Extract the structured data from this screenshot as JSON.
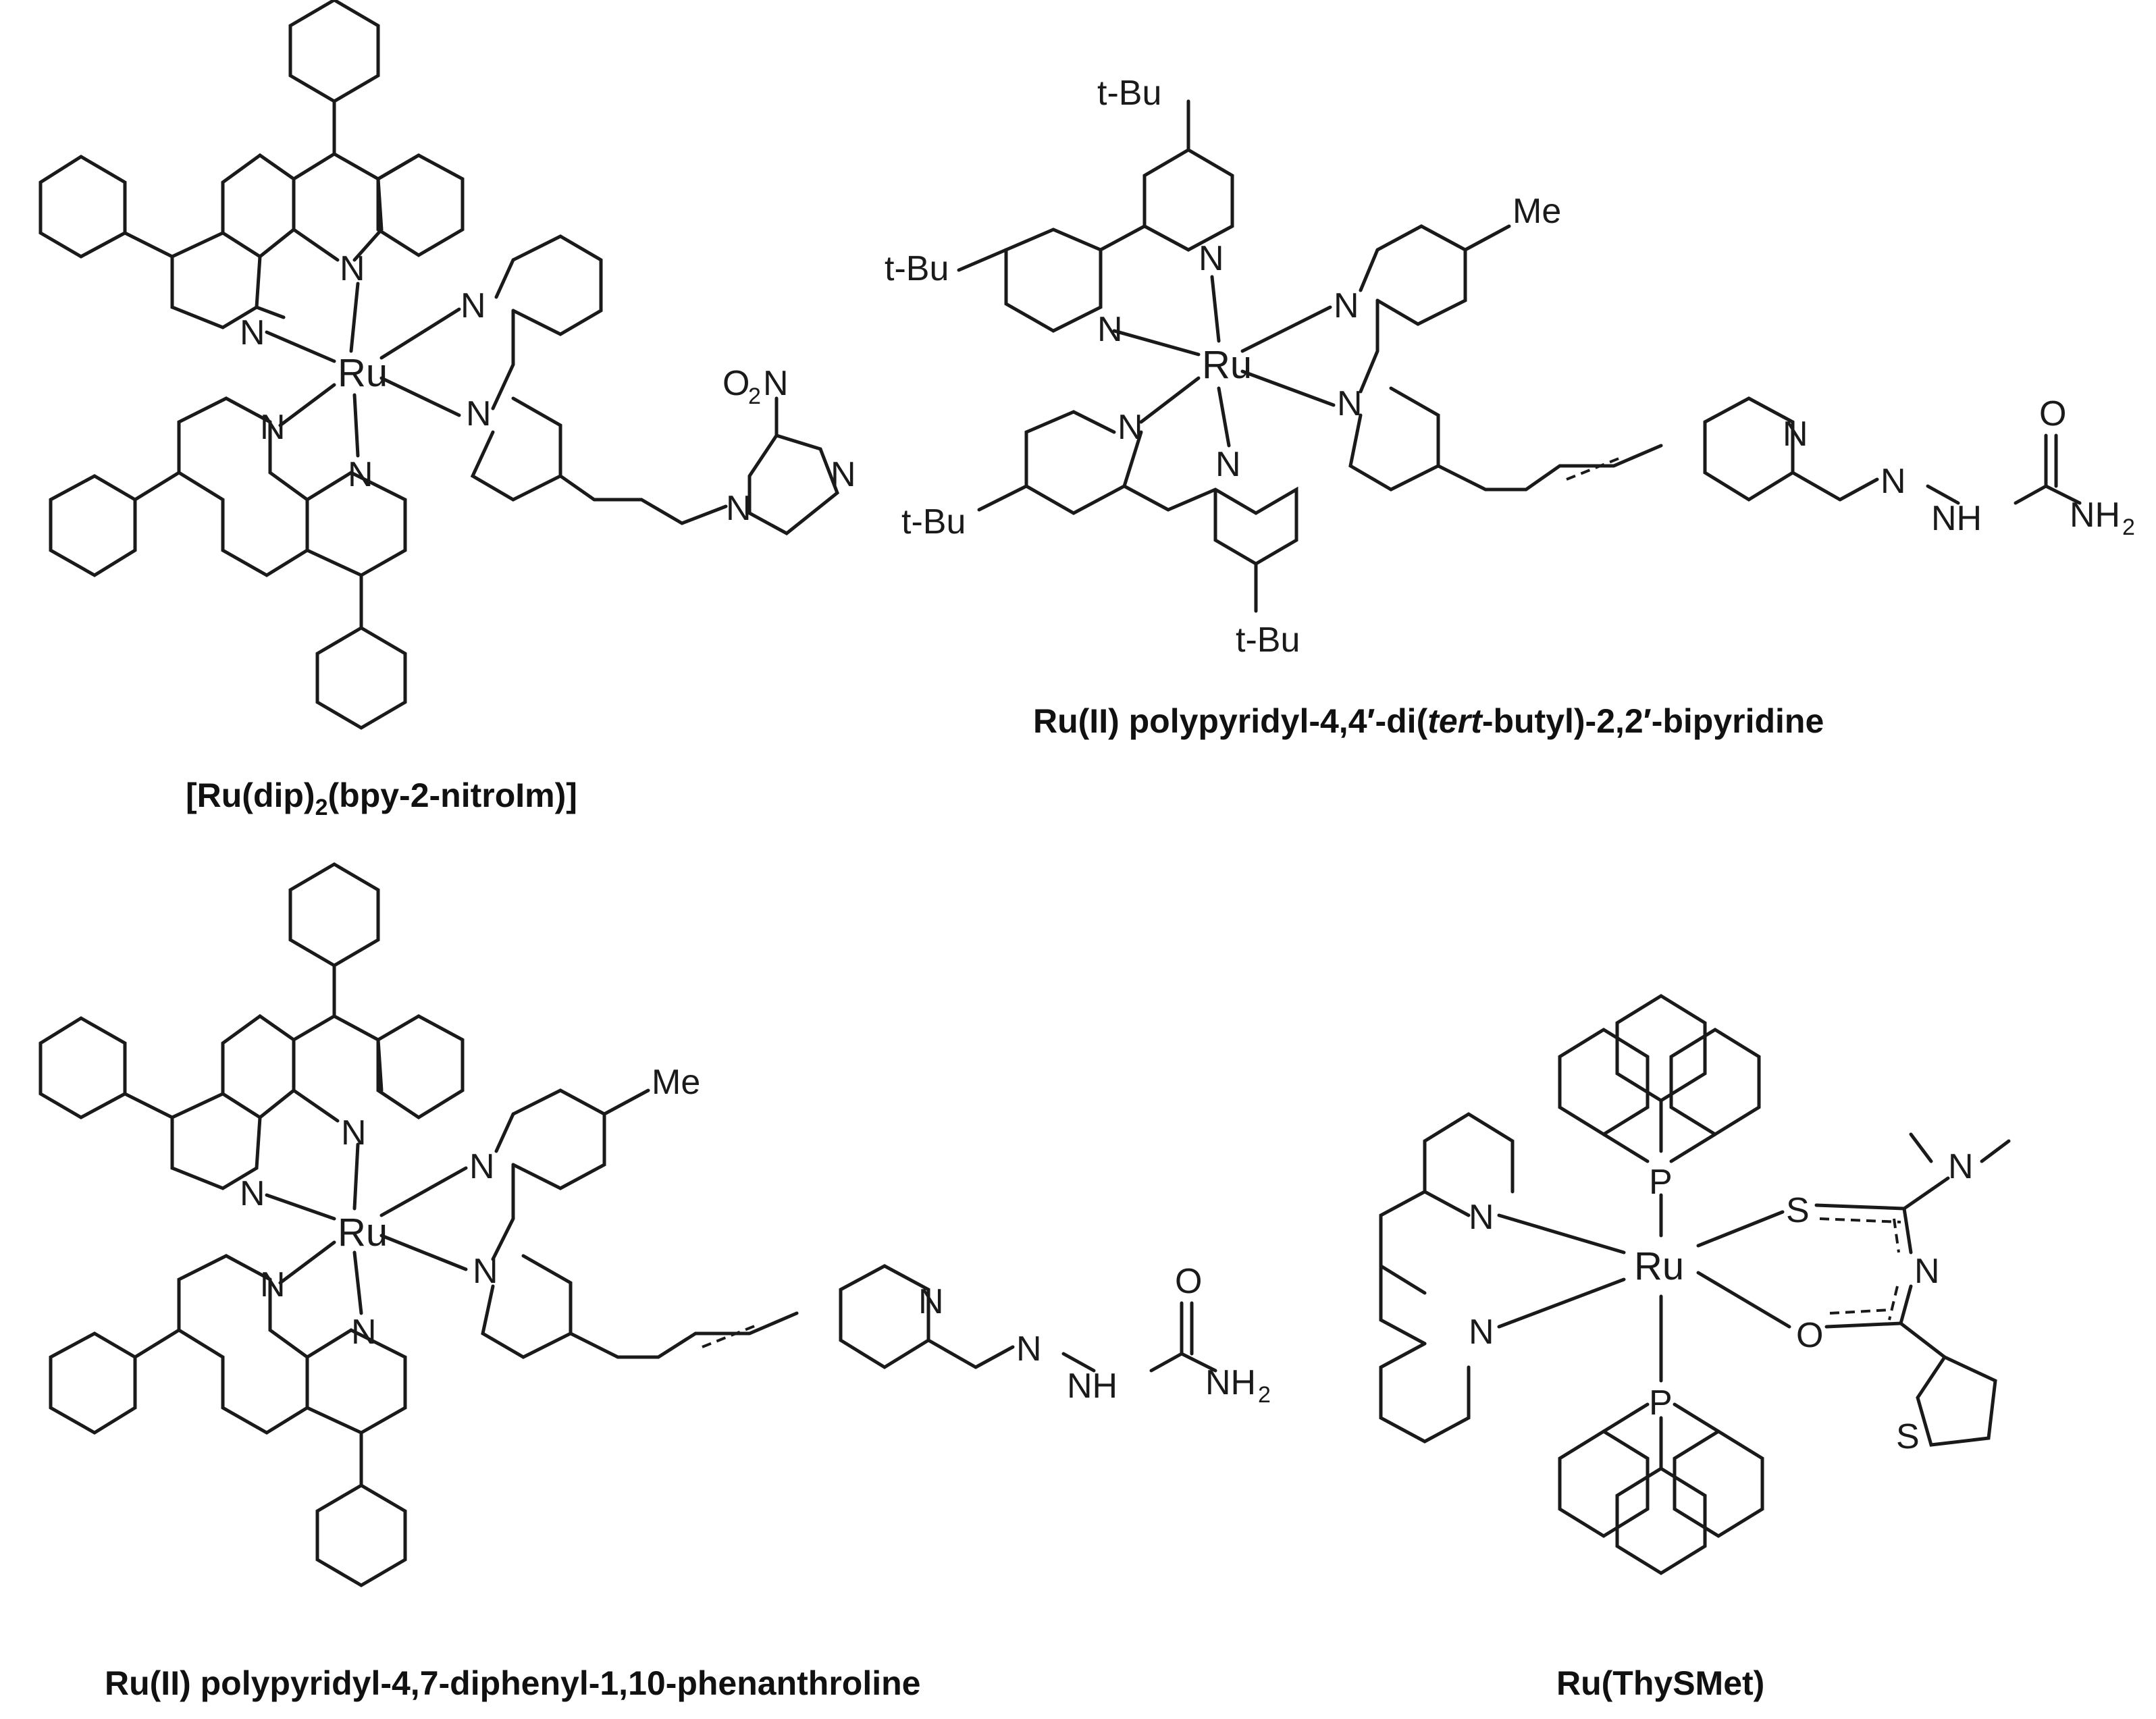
{
  "captions": {
    "c1_pre": "[Ru(dip)",
    "c1_sub": "2",
    "c1_post": "(bpy-2-nitroIm)]",
    "c2_pre": "Ru(II) polypyridyl-4,4′-di(",
    "c2_ital": "tert",
    "c2_post": "-butyl)-2,2′-bipyridine",
    "c3": "Ru(II) polypyridyl-4,7-diphenyl-1,10-phenanthroline",
    "c4": "Ru(ThySMet)"
  },
  "atoms": {
    "Ru": "Ru",
    "N": "N",
    "O": "O",
    "S": "S",
    "P": "P",
    "tBu": "t-Bu",
    "Me": "Me",
    "NH": "NH",
    "NH2": "NH",
    "two": "2",
    "O2N_O": "O",
    "O2N_N": "N"
  }
}
